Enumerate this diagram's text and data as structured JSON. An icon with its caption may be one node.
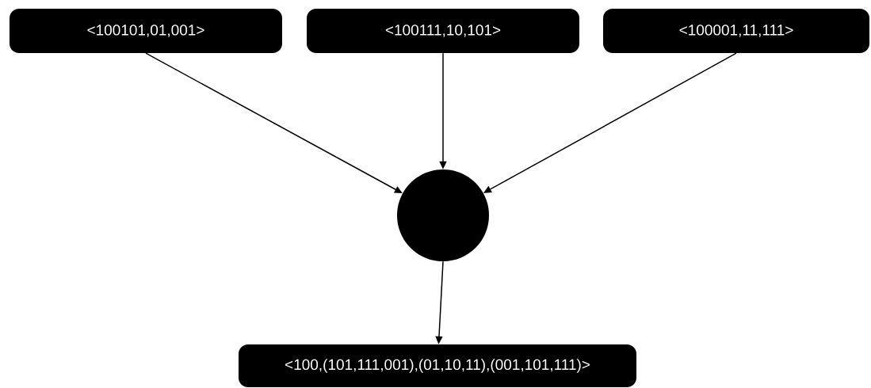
{
  "diagram": {
    "nodes": [
      {
        "text": [
          "<100101,01,001>"
        ]
      },
      {
        "text": [
          "<100111,10,101>"
        ]
      },
      {
        "text": [
          "<100001,11,111>"
        ]
      },
      {
        "text": [],
        "shape": "circle"
      },
      {
        "text": [
          "<100,(101,111,001),(01,10,11),(001,101,111)>"
        ]
      }
    ],
    "edges": [
      {
        "from": 0,
        "to": 3,
        "arrow": "to"
      },
      {
        "from": 1,
        "to": 3,
        "arrow": "to"
      },
      {
        "from": 2,
        "to": 3,
        "arrow": "to"
      },
      {
        "from": 3,
        "to": 4,
        "arrow": "to"
      }
    ]
  }
}
